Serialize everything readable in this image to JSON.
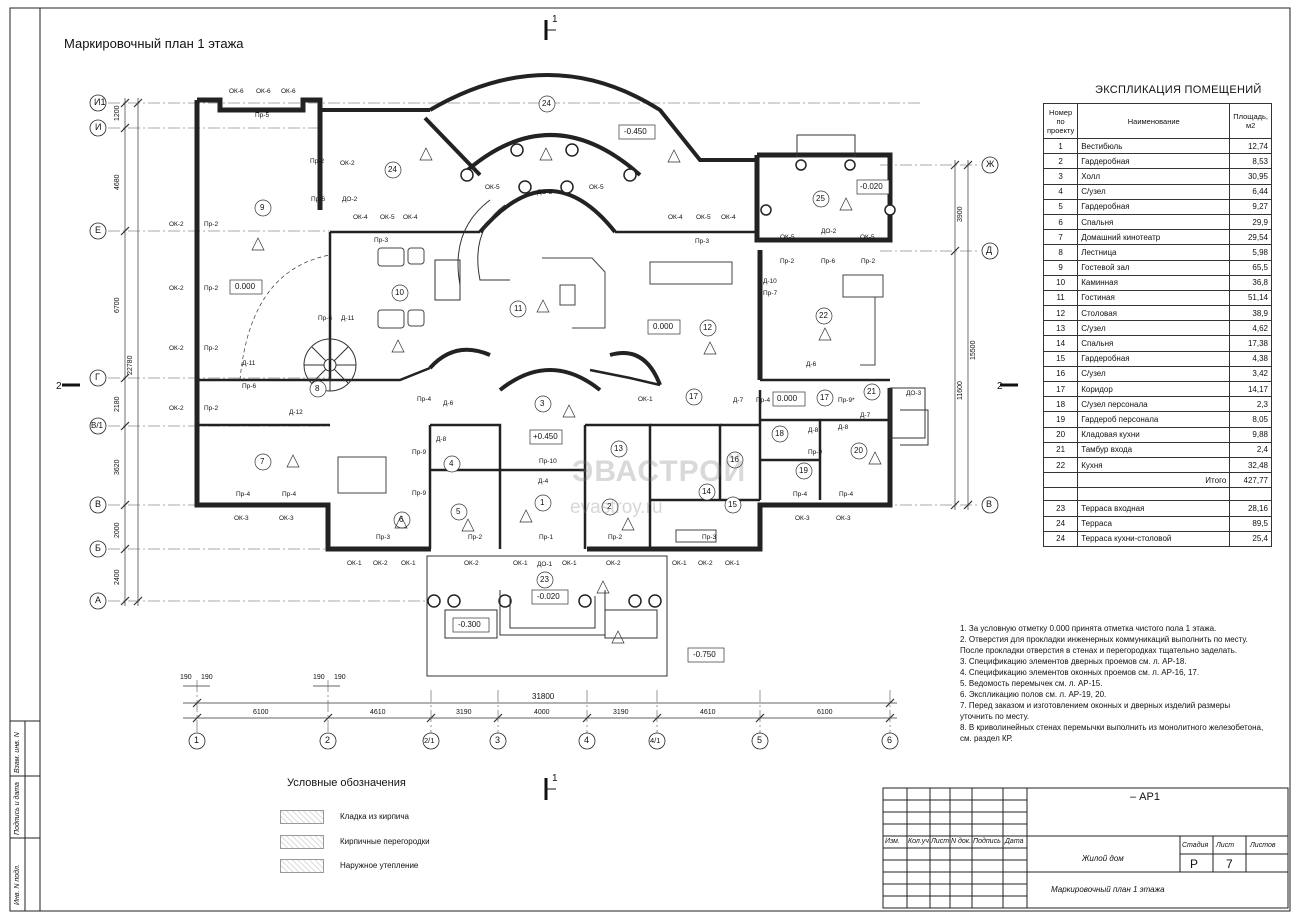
{
  "plan_title": "Маркировочный план 1 этажа",
  "section_marks": {
    "top": "1",
    "bottom": "1",
    "left": "2",
    "right": "2"
  },
  "axes_letters": [
    "И1",
    "И",
    "Ж",
    "Е",
    "Д",
    "Г",
    "В/1",
    "В",
    "Б",
    "А"
  ],
  "axes_numbers": [
    "1",
    "2",
    "2/1",
    "3",
    "4",
    "4/1",
    "5",
    "6"
  ],
  "left_dims": [
    "1200",
    "4680",
    "6700",
    "2180",
    "3620",
    "2000",
    "2400"
  ],
  "left_total": "22780",
  "right_dims": [
    "3900",
    "15500",
    "11600"
  ],
  "bottom_dims": [
    "6100",
    "4610",
    "3190",
    "4000",
    "3190",
    "4610",
    "6100"
  ],
  "bottom_total": "31800",
  "small_dims": [
    "190",
    "190",
    "190",
    "190"
  ],
  "levels": [
    "-0.450",
    "-0.020",
    "0.000",
    "0.000",
    "+0.450",
    "0.000",
    "-0.020",
    "-0.300",
    "-0.750"
  ],
  "room_numbers": [
    "24",
    "24",
    "9",
    "10",
    "11",
    "12",
    "25",
    "22",
    "8",
    "7",
    "3",
    "1",
    "4",
    "5",
    "6",
    "2",
    "13",
    "14",
    "15",
    "16",
    "17",
    "17",
    "18",
    "19",
    "20",
    "21",
    "23"
  ],
  "openings": [
    "ОК-6",
    "ОК-6",
    "ОК-6",
    "Пр-5",
    "Пр-2",
    "ОК-2",
    "Пр-6",
    "ДО-2",
    "ОК-4",
    "ОК-5",
    "ОК-4",
    "ОК-5",
    "ДО-2",
    "ОК-5",
    "ОК-4",
    "ОК-5",
    "ОК-4",
    "Пр-3",
    "Пр-3",
    "ОК-5",
    "ДО-2",
    "ОК-5",
    "Пр-2",
    "Пр-6",
    "Пр-2",
    "Д-10",
    "Пр-7",
    "ОК-2",
    "Пр-2",
    "ОК-2",
    "Пр-2",
    "ОК-2",
    "Пр-2",
    "ОК-2",
    "Пр-2",
    "Пр-6",
    "Д-11",
    "Д-11",
    "Пр-6",
    "Д-12",
    "Пр-4",
    "Д-6",
    "Пр-9",
    "Д-8",
    "Пр-9",
    "Пр-10",
    "Д-4",
    "Пр-4",
    "Пр-4",
    "ОК-3",
    "ОК-3",
    "Пр-3",
    "Пр-2",
    "Пр-1",
    "ДО-1",
    "Пр-2",
    "Пр-3",
    "ОК-1",
    "ОК-2",
    "ОК-1",
    "ОК-2",
    "ОК-1",
    "ОК-1",
    "ОК-1",
    "ОК-2",
    "ОК-1",
    "ОК-2",
    "ОК-1",
    "Д-7",
    "Пр-4",
    "Д-8",
    "Пр-9",
    "Пр-4",
    "ОК-3",
    "ОК-3",
    "Пр-4",
    "ДО-3",
    "Д-7",
    "Пр-9*",
    "Д-6",
    "Д-8"
  ],
  "explication": {
    "title": "ЭКСПЛИКАЦИЯ ПОМЕЩЕНИЙ",
    "headers": [
      "Номер по проекту",
      "Наименование",
      "Площадь, м2"
    ],
    "rows": [
      [
        "1",
        "Вестибюль",
        "12,74"
      ],
      [
        "2",
        "Гардеробная",
        "8,53"
      ],
      [
        "3",
        "Холл",
        "30,95"
      ],
      [
        "4",
        "С/узел",
        "6,44"
      ],
      [
        "5",
        "Гардеробная",
        "9,27"
      ],
      [
        "6",
        "Спальня",
        "29,9"
      ],
      [
        "7",
        "Домашний кинотеатр",
        "29,54"
      ],
      [
        "8",
        "Лестница",
        "5,98"
      ],
      [
        "9",
        "Гостевой зал",
        "65,5"
      ],
      [
        "10",
        "Каминная",
        "36,8"
      ],
      [
        "11",
        "Гостиная",
        "51,14"
      ],
      [
        "12",
        "Столовая",
        "38,9"
      ],
      [
        "13",
        "С/узел",
        "4,62"
      ],
      [
        "14",
        "Спальня",
        "17,38"
      ],
      [
        "15",
        "Гардеробная",
        "4,38"
      ],
      [
        "16",
        "С/узел",
        "3,42"
      ],
      [
        "17",
        "Коридор",
        "14,17"
      ],
      [
        "18",
        "С/узел персонала",
        "2,3"
      ],
      [
        "19",
        "Гардероб персонала",
        "8,05"
      ],
      [
        "20",
        "Кладовая кухни",
        "9,88"
      ],
      [
        "21",
        "Тамбур входа",
        "2,4"
      ],
      [
        "22",
        "Кухня",
        "32,48"
      ]
    ],
    "total_label": "Итого",
    "total_value": "427,77",
    "terraces": [
      [
        "23",
        "Терраса входная",
        "28,16"
      ],
      [
        "24",
        "Терраса",
        "89,5"
      ],
      [
        "24",
        "Терраса кухни-столовой",
        "25,4"
      ]
    ]
  },
  "notes": [
    "1. За условную отметку 0.000 принята отметка чистого пола 1 этажа.",
    "2. Отверстия для прокладки инженерных коммуникаций выполнить по месту.",
    "После прокладки  отверстия в стенах и перегородках тщательно заделать.",
    "3. Спецификацию элементов дверных проемов см. л. АР-18.",
    "4. Спецификацию элементов оконных проемов см. л. АР-16, 17.",
    "5. Ведомость перемычек см. л. АР-15.",
    "6. Экспликацию полов см. л. АР-19, 20.",
    "7. Перед заказом и изготовлением оконных и дверных изделий размеры",
    "уточнить по месту.",
    "8. В криволинейных стенах перемычки выполнить из монолитного железобетона,",
    "см. раздел КР."
  ],
  "legend": {
    "title": "Условные обозначения",
    "items": [
      "Кладка из кирпича",
      "Кирпичные перегородки",
      "Наружное утепление"
    ]
  },
  "stamp": {
    "code": "– АР1",
    "headers": [
      "Изм.",
      "Кол.уч",
      "Лист",
      "N док.",
      "Подпись",
      "Дата"
    ],
    "project_name": "Жилой дом",
    "sheet_name": "Маркировочный план 1 этажа",
    "stage_label": "Стадия",
    "sheet_label": "Лист",
    "sheets_label": "Листов",
    "stage": "Р",
    "sheet": "7",
    "sheets": ""
  },
  "side_stamp": [
    "Инв. N подл.",
    "Подпись и дата",
    "Взам. инв. N"
  ],
  "watermark": {
    "line1": "ЭВАСТРОЙ",
    "line2": "evastroy.ru"
  }
}
